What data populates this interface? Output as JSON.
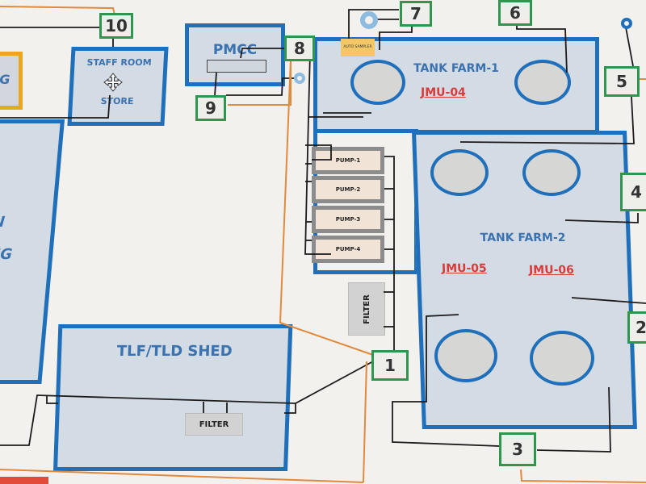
{
  "diagram": {
    "type": "plant site layout",
    "areas": {
      "staff_room": {
        "label_top": "STAFF ROOM",
        "label_bottom": "STORE"
      },
      "pmcc": {
        "label": "PMCC"
      },
      "tank_farm_1": {
        "label": "TANK FARM-1",
        "codes": [
          "JMU-04"
        ],
        "tank_count": 2
      },
      "tank_farm_2": {
        "label": "TANK FARM-2",
        "codes": [
          "JMU-05",
          "JMU-06"
        ],
        "tank_count": 4
      },
      "tlf_tld_shed": {
        "label": "TLF/TLD SHED"
      },
      "left_building": {
        "label_fragments": [
          "N",
          "NG"
        ]
      },
      "left_top_box": {
        "label_fragment": "G"
      }
    },
    "equipment": {
      "auto_sampler": {
        "label": "AUTO SAMPLER"
      },
      "pumps": [
        "PUMP-1",
        "PUMP-2",
        "PUMP-3",
        "PUMP-4"
      ],
      "filter_vertical": {
        "label": "FILTER"
      },
      "filter_shed": {
        "label": "FILTER"
      }
    },
    "nodes": [
      "1",
      "2",
      "3",
      "4",
      "5",
      "6",
      "7",
      "8",
      "9",
      "10"
    ],
    "colors": {
      "area_border": "#1f6fba",
      "area_fill": "#d3dbe4",
      "node_border": "#2f9650",
      "code_text": "#d93a3a",
      "orange_line": "#e08a3c",
      "black_line": "#1b1b1b",
      "amber_box": "#e8a81e"
    }
  }
}
